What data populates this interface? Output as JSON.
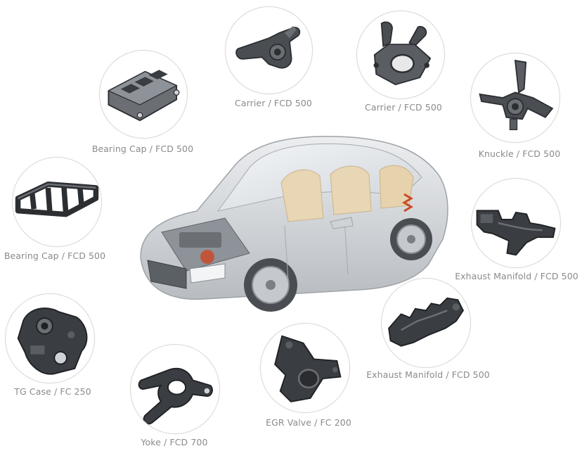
{
  "parts": [
    {
      "id": "carrier-1",
      "label": "Carrier / FCD 500",
      "icon": "carrier-icon"
    },
    {
      "id": "carrier-2",
      "label": "Carrier / FCD 500",
      "icon": "carrier-icon"
    },
    {
      "id": "bearing-cap-1",
      "label": "Bearing Cap / FCD 500",
      "icon": "bearing-cap-icon"
    },
    {
      "id": "knuckle",
      "label": "Knuckle / FCD 500",
      "icon": "knuckle-icon"
    },
    {
      "id": "bearing-cap-2",
      "label": "Bearing Cap / FCD 500",
      "icon": "bearing-cap-frame-icon"
    },
    {
      "id": "exhaust-manifold-1",
      "label": "Exhaust Manifold / FCD 500",
      "icon": "exhaust-manifold-icon"
    },
    {
      "id": "tg-case",
      "label": "TG Case / FC 250",
      "icon": "tg-case-icon"
    },
    {
      "id": "exhaust-manifold-2",
      "label": "Exhaust Manifold / FCD 500",
      "icon": "exhaust-manifold-icon"
    },
    {
      "id": "yoke",
      "label": "Yoke / FCD 700",
      "icon": "yoke-icon"
    },
    {
      "id": "egr-valve",
      "label": "EGR Valve / FC 200",
      "icon": "egr-valve-icon"
    }
  ],
  "colors": {
    "circle_border": "#d8d8d8",
    "label_text": "#8a8a8a",
    "metal_dark": "#3a3d41",
    "metal_mid": "#6b6f74",
    "car_body": "#d9dbde",
    "car_interior": "#e8d6b4"
  }
}
